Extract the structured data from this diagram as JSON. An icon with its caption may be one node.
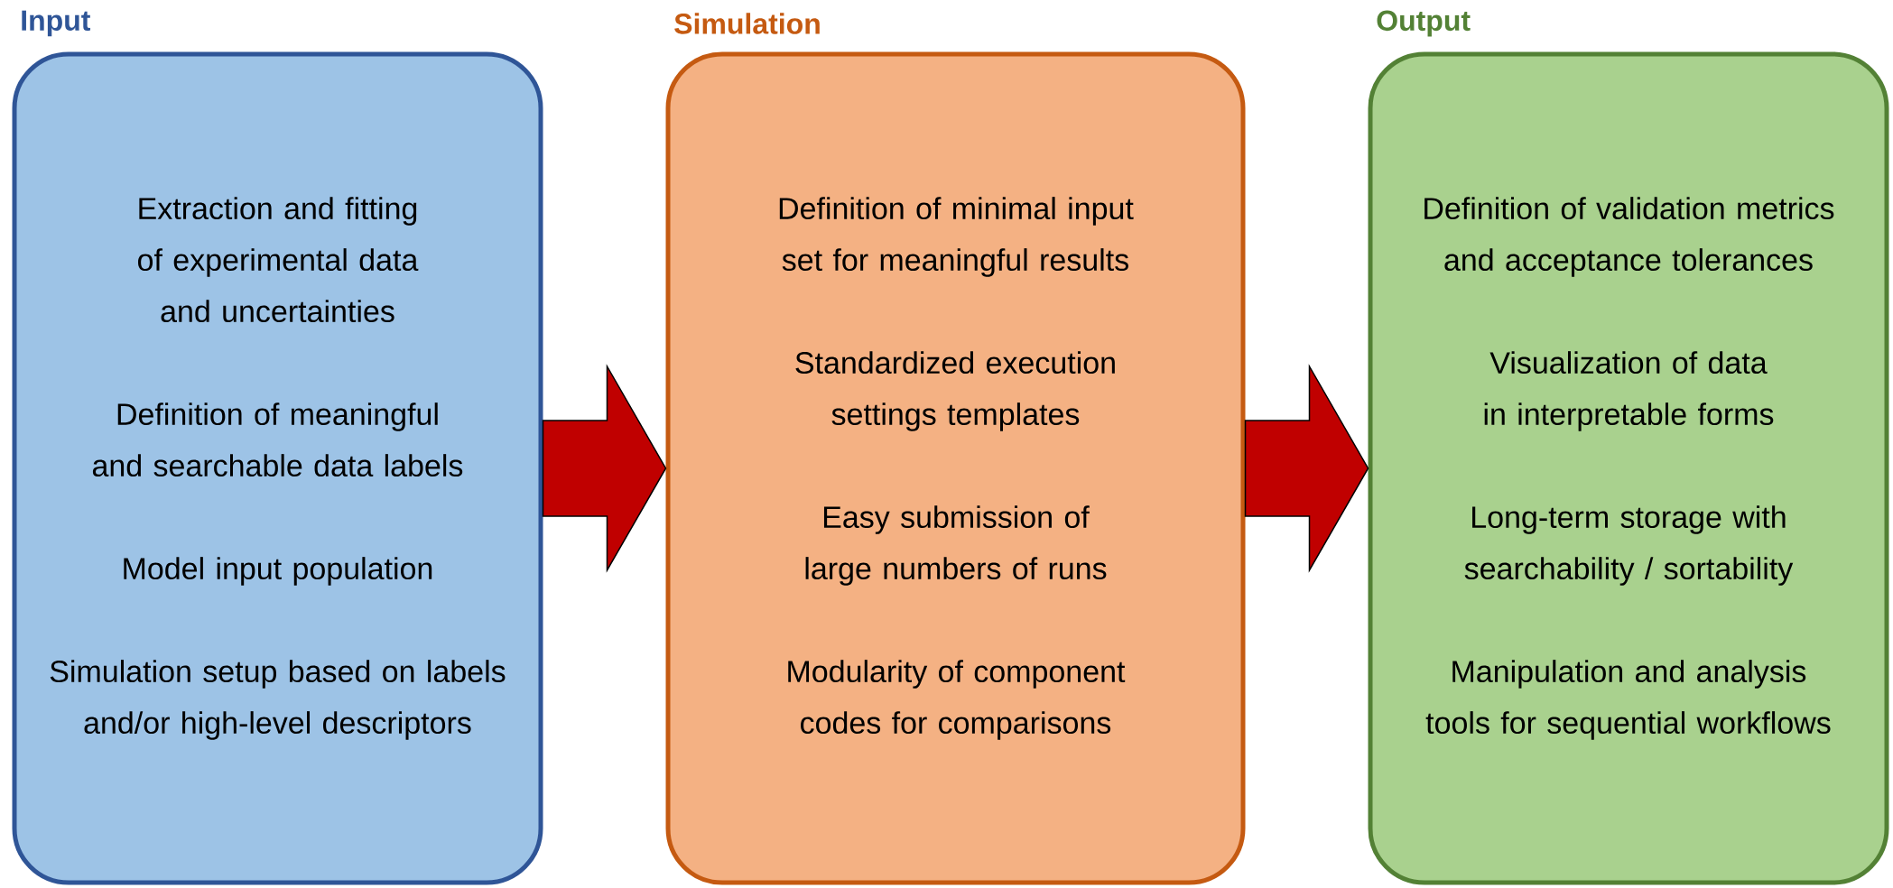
{
  "diagram": {
    "nodes": [
      {
        "text": [
          "Input",
          "Extraction and fitting of experimental data and uncertainties",
          "Definition of meaningful and searchable data labels",
          "Model input population",
          "Simulation setup based on labels and/or high-level descriptors"
        ]
      },
      {
        "text": [
          "Simulation",
          "Definition of minimal input set for meaningful results",
          "Standardized execution settings templates",
          "Easy submission of large numbers of runs",
          "Modularity of component codes for comparisons"
        ]
      },
      {
        "text": [
          "Output",
          "Definition of validation metrics and acceptance tolerances",
          "Visualization of data in interpretable forms",
          "Long-term storage with searchability / sortability",
          "Manipulation and analysis tools for sequential workflows"
        ]
      }
    ],
    "edges": [
      {
        "from": 0,
        "to": 1,
        "arrow": "to"
      },
      {
        "from": 1,
        "to": 2,
        "arrow": "to"
      }
    ]
  }
}
